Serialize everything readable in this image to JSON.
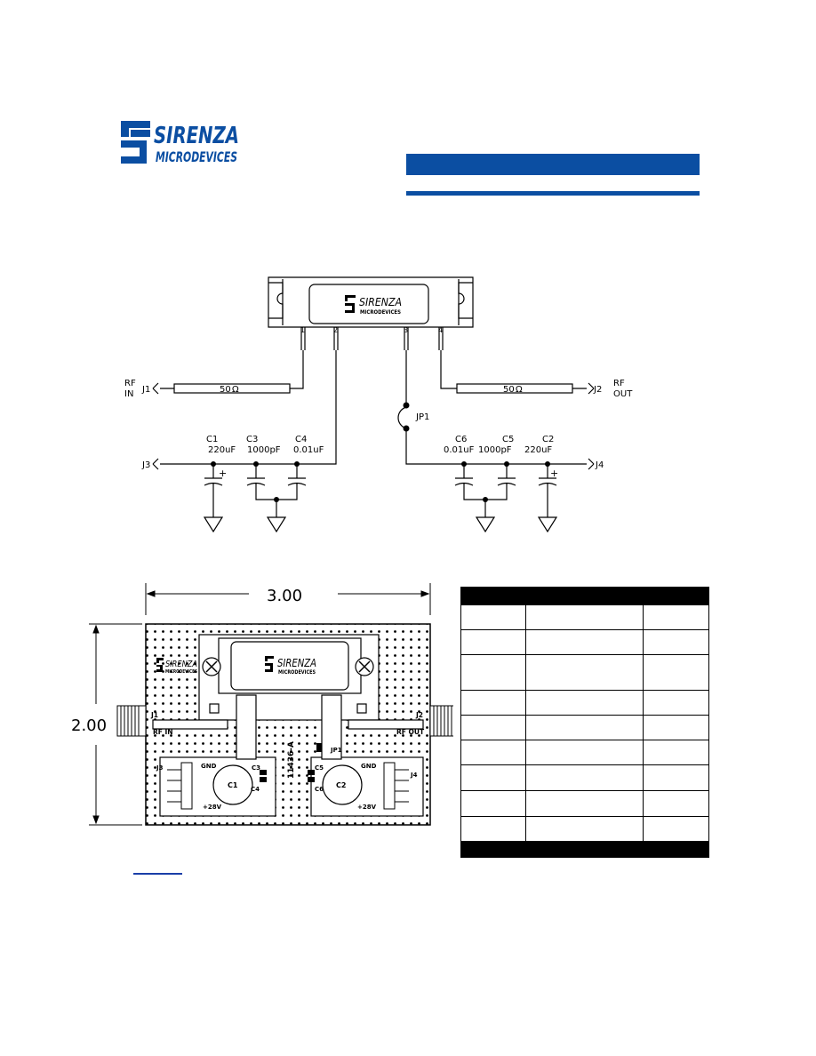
{
  "brand": {
    "name": "SIRENZA",
    "sub": "MICRODEVICES",
    "color": "#0b4ea2"
  },
  "schematic": {
    "pins": [
      "1",
      "2",
      "3",
      "4"
    ],
    "j1": "J1",
    "j2": "J2",
    "j3": "J3",
    "j4": "J4",
    "rf_in_1": "RF",
    "rf_in_2": "IN",
    "rf_out_1": "RF",
    "rf_out_2": "OUT",
    "line_in": "50",
    "line_out": "50",
    "ohm": "Ω",
    "jp1": "JP1",
    "plus": "+",
    "c1": "C1",
    "c1_val": "220uF",
    "c3": "C3",
    "c3_val": "1000pF",
    "c4": "C4",
    "c4_val": "0.01uF",
    "c6": "C6",
    "c6_val": "0.01uF",
    "c5": "C5",
    "c5_val": "1000pF",
    "c2": "C2",
    "c2_val": "220uF"
  },
  "board": {
    "width_dim": "3.00",
    "height_dim": "2.00",
    "j1": "J1",
    "j2": "J2",
    "rf_in": "RF IN",
    "rf_out": "RF OUT",
    "j3": "J3",
    "j4": "J4",
    "gnd": "GND",
    "v28": "+28V",
    "c1": "C1",
    "c2": "C2",
    "c3": "C3",
    "c4": "C4",
    "c5": "C5",
    "c6": "C6",
    "jp1": "JP1",
    "part_no": "11436-A"
  }
}
